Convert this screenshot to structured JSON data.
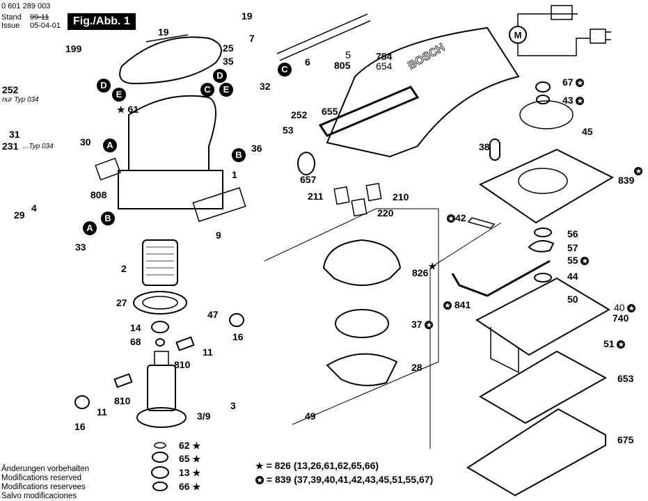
{
  "header": {
    "part_number": "0 601 289 003",
    "stand_label": "Stand",
    "issue_label": "Issue",
    "old_date": "99-11",
    "issue_date": "05-04-01",
    "figure_label": "Fig./Abb. 1"
  },
  "callouts": {
    "p199": "199",
    "p252a": "252",
    "p252a_note": "nur Typ 034",
    "p31": "31",
    "p231": "231",
    "p231_note": "...Typ 034",
    "p30": "30",
    "p29": "29",
    "p4": "4",
    "p808": "808",
    "p19a": "19",
    "p25": "25",
    "p61": "61",
    "p19b": "19",
    "p7": "7",
    "p35": "35",
    "p32": "32",
    "p6": "6",
    "p5": "5",
    "p805": "805",
    "p754": "754",
    "p654": "654",
    "p655": "655",
    "p252b": "252",
    "p53": "53",
    "p36": "36",
    "p657": "657",
    "p1": "1",
    "p9": "9",
    "p33": "33",
    "p2": "2",
    "p27": "27",
    "p47": "47",
    "p14": "14",
    "p68": "68",
    "p16a": "16",
    "p11a": "11",
    "p810a": "810",
    "p810b": "810",
    "p11b": "11",
    "p16b": "16",
    "p3": "3",
    "p3_9": "3/9",
    "p62": "62",
    "p65": "65",
    "p13": "13",
    "p66": "66",
    "p211": "211",
    "p210": "210",
    "p220": "220",
    "p826": "826",
    "p37": "37",
    "p28": "28",
    "p49": "49",
    "p67": "67",
    "p43": "43",
    "p45": "45",
    "p38": "38",
    "p839": "839",
    "p42": "42",
    "p56": "56",
    "p57": "57",
    "p55": "55",
    "p44": "44",
    "p841": "841",
    "p50": "50",
    "p40": "40",
    "p740": "740",
    "p51": "51",
    "p653": "653",
    "p675": "675"
  },
  "connectors": {
    "A": "A",
    "B": "B",
    "C": "C",
    "D": "D",
    "E": "E"
  },
  "brand_text": "BOSCH",
  "motor_symbol": "M",
  "legend": {
    "star_set": "= 826 (13,26,61,62,65,66)",
    "circle_star_set": "= 839 (37,39,40,41,42,43,45,51,55,67)"
  },
  "footer": [
    "Änderungen vorbehalten",
    "Modifications reserved",
    "Modifications reservees",
    "Salvo modificaciones"
  ]
}
